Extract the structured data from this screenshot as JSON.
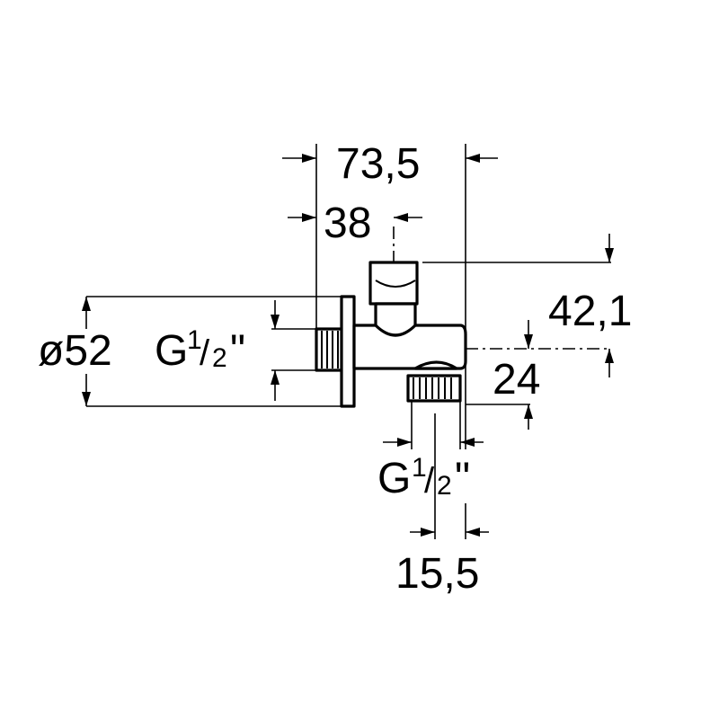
{
  "dimensions": {
    "overall_width": "73,5",
    "handle_offset": "38",
    "handle_height": "42,1",
    "outlet_offset": "24",
    "outlet_spacing": "15,5",
    "flange_diameter": "ø52",
    "inlet_thread_main": "G",
    "inlet_thread_num": "1",
    "inlet_thread_den": "2",
    "inlet_thread_quote": "\"",
    "outlet_thread_main": "G",
    "outlet_thread_num": "1",
    "outlet_thread_den": "2",
    "outlet_thread_quote": "\""
  }
}
